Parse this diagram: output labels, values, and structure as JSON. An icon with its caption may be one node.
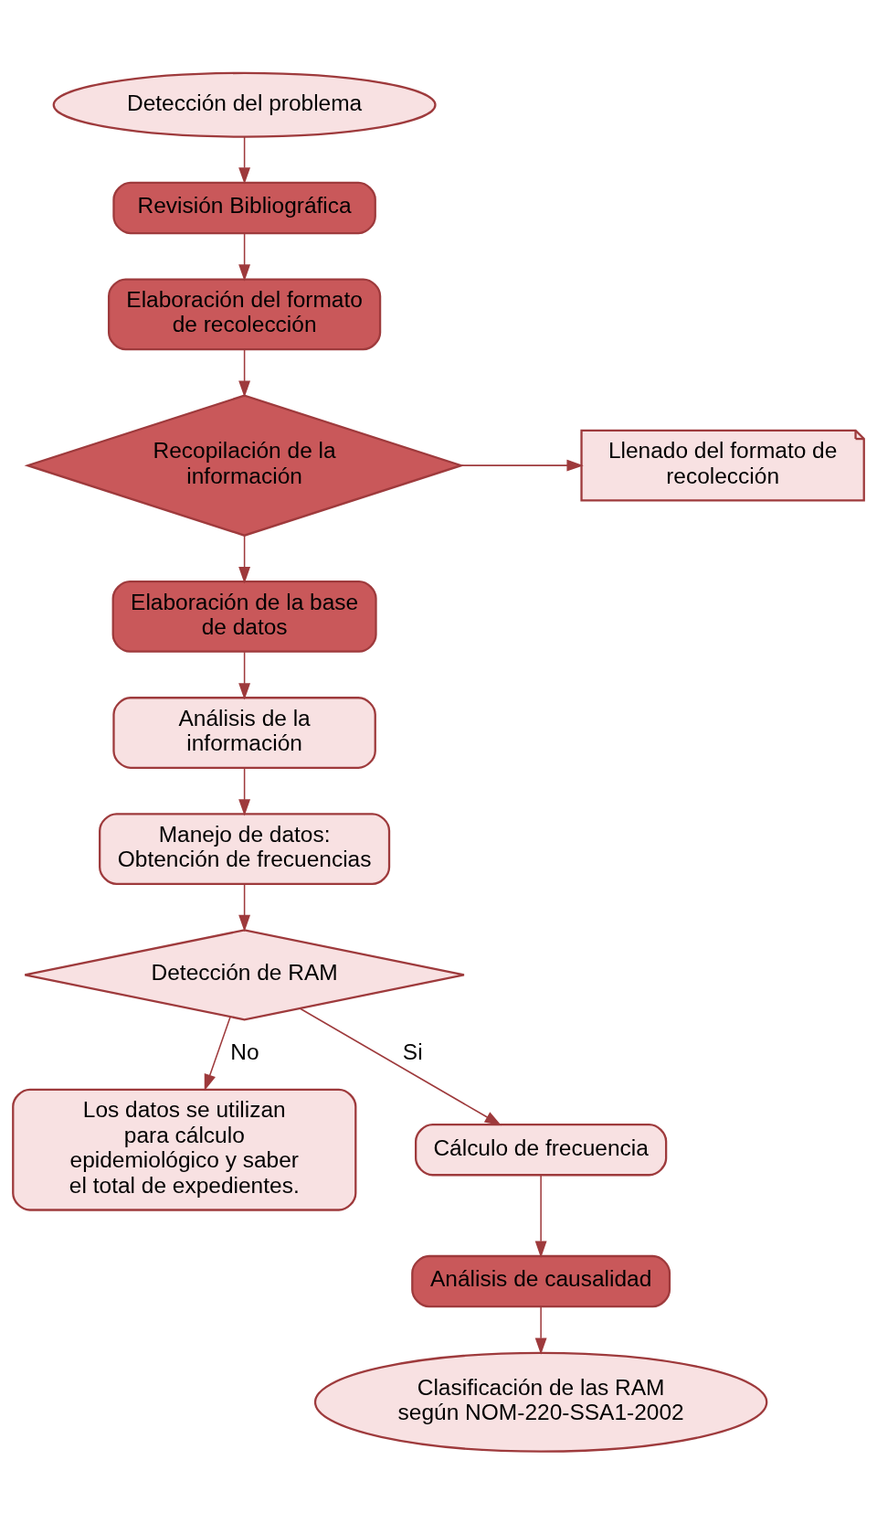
{
  "diagram": {
    "nodes": [
      {
        "text": [
          "Detección del problema"
        ]
      },
      {
        "text": [
          "Revisión Bibliográfica"
        ]
      },
      {
        "text": [
          "Elaboración del formato de recolección"
        ]
      },
      {
        "text": [
          "Recopilación de la información"
        ]
      },
      {
        "text": [
          "Llenado del formato de recolección"
        ]
      },
      {
        "text": [
          "Elaboración de la base de datos"
        ]
      },
      {
        "text": [
          "Análisis de la información"
        ]
      },
      {
        "text": [
          "Manejo de datos: Obtención de frecuencias"
        ]
      },
      {
        "text": [
          "Detección de RAM"
        ]
      },
      {
        "text": [
          "Los datos se utilizan para cálculo epidemiológico y saber el total de expedientes."
        ]
      },
      {
        "text": [
          "Cálculo de frecuencia"
        ]
      },
      {
        "text": [
          "Análisis de causalidad"
        ]
      },
      {
        "text": [
          "Clasificación de las RAM según NOM-220-SSA1-2002"
        ]
      }
    ],
    "edges": [
      {
        "from": 0,
        "to": 1,
        "arrow": "to"
      },
      {
        "from": 1,
        "to": 2,
        "arrow": "to"
      },
      {
        "from": 2,
        "to": 3,
        "arrow": "to"
      },
      {
        "from": 3,
        "to": 4,
        "arrow": "to"
      },
      {
        "from": 3,
        "to": 5,
        "arrow": "to"
      },
      {
        "from": 5,
        "to": 6,
        "arrow": "to"
      },
      {
        "from": 6,
        "to": 7,
        "arrow": "to"
      },
      {
        "from": 7,
        "to": 8,
        "arrow": "to"
      },
      {
        "from": 8,
        "to": 9,
        "label": "No",
        "arrow": "to"
      },
      {
        "from": 8,
        "to": 10,
        "label": "Si",
        "arrow": "to"
      },
      {
        "from": 10,
        "to": 11,
        "arrow": "to"
      },
      {
        "from": 11,
        "to": 12,
        "arrow": "to"
      }
    ]
  }
}
